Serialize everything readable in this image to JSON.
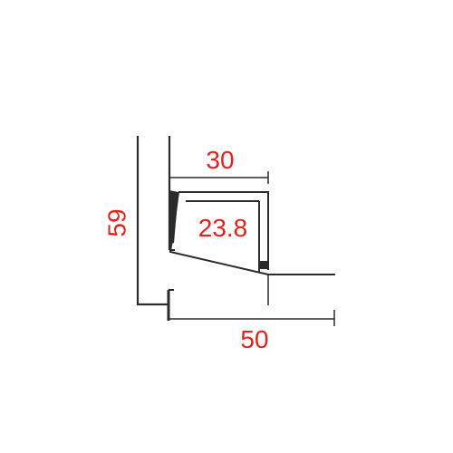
{
  "drawing": {
    "dimension_width_top": "30",
    "dimension_width_bottom": "50",
    "dimension_height": "59",
    "dimension_inner": "23.8"
  },
  "colors": {
    "dimension_text": "#e0231e",
    "lines": "#2b2b2b",
    "background": "#ffffff"
  }
}
